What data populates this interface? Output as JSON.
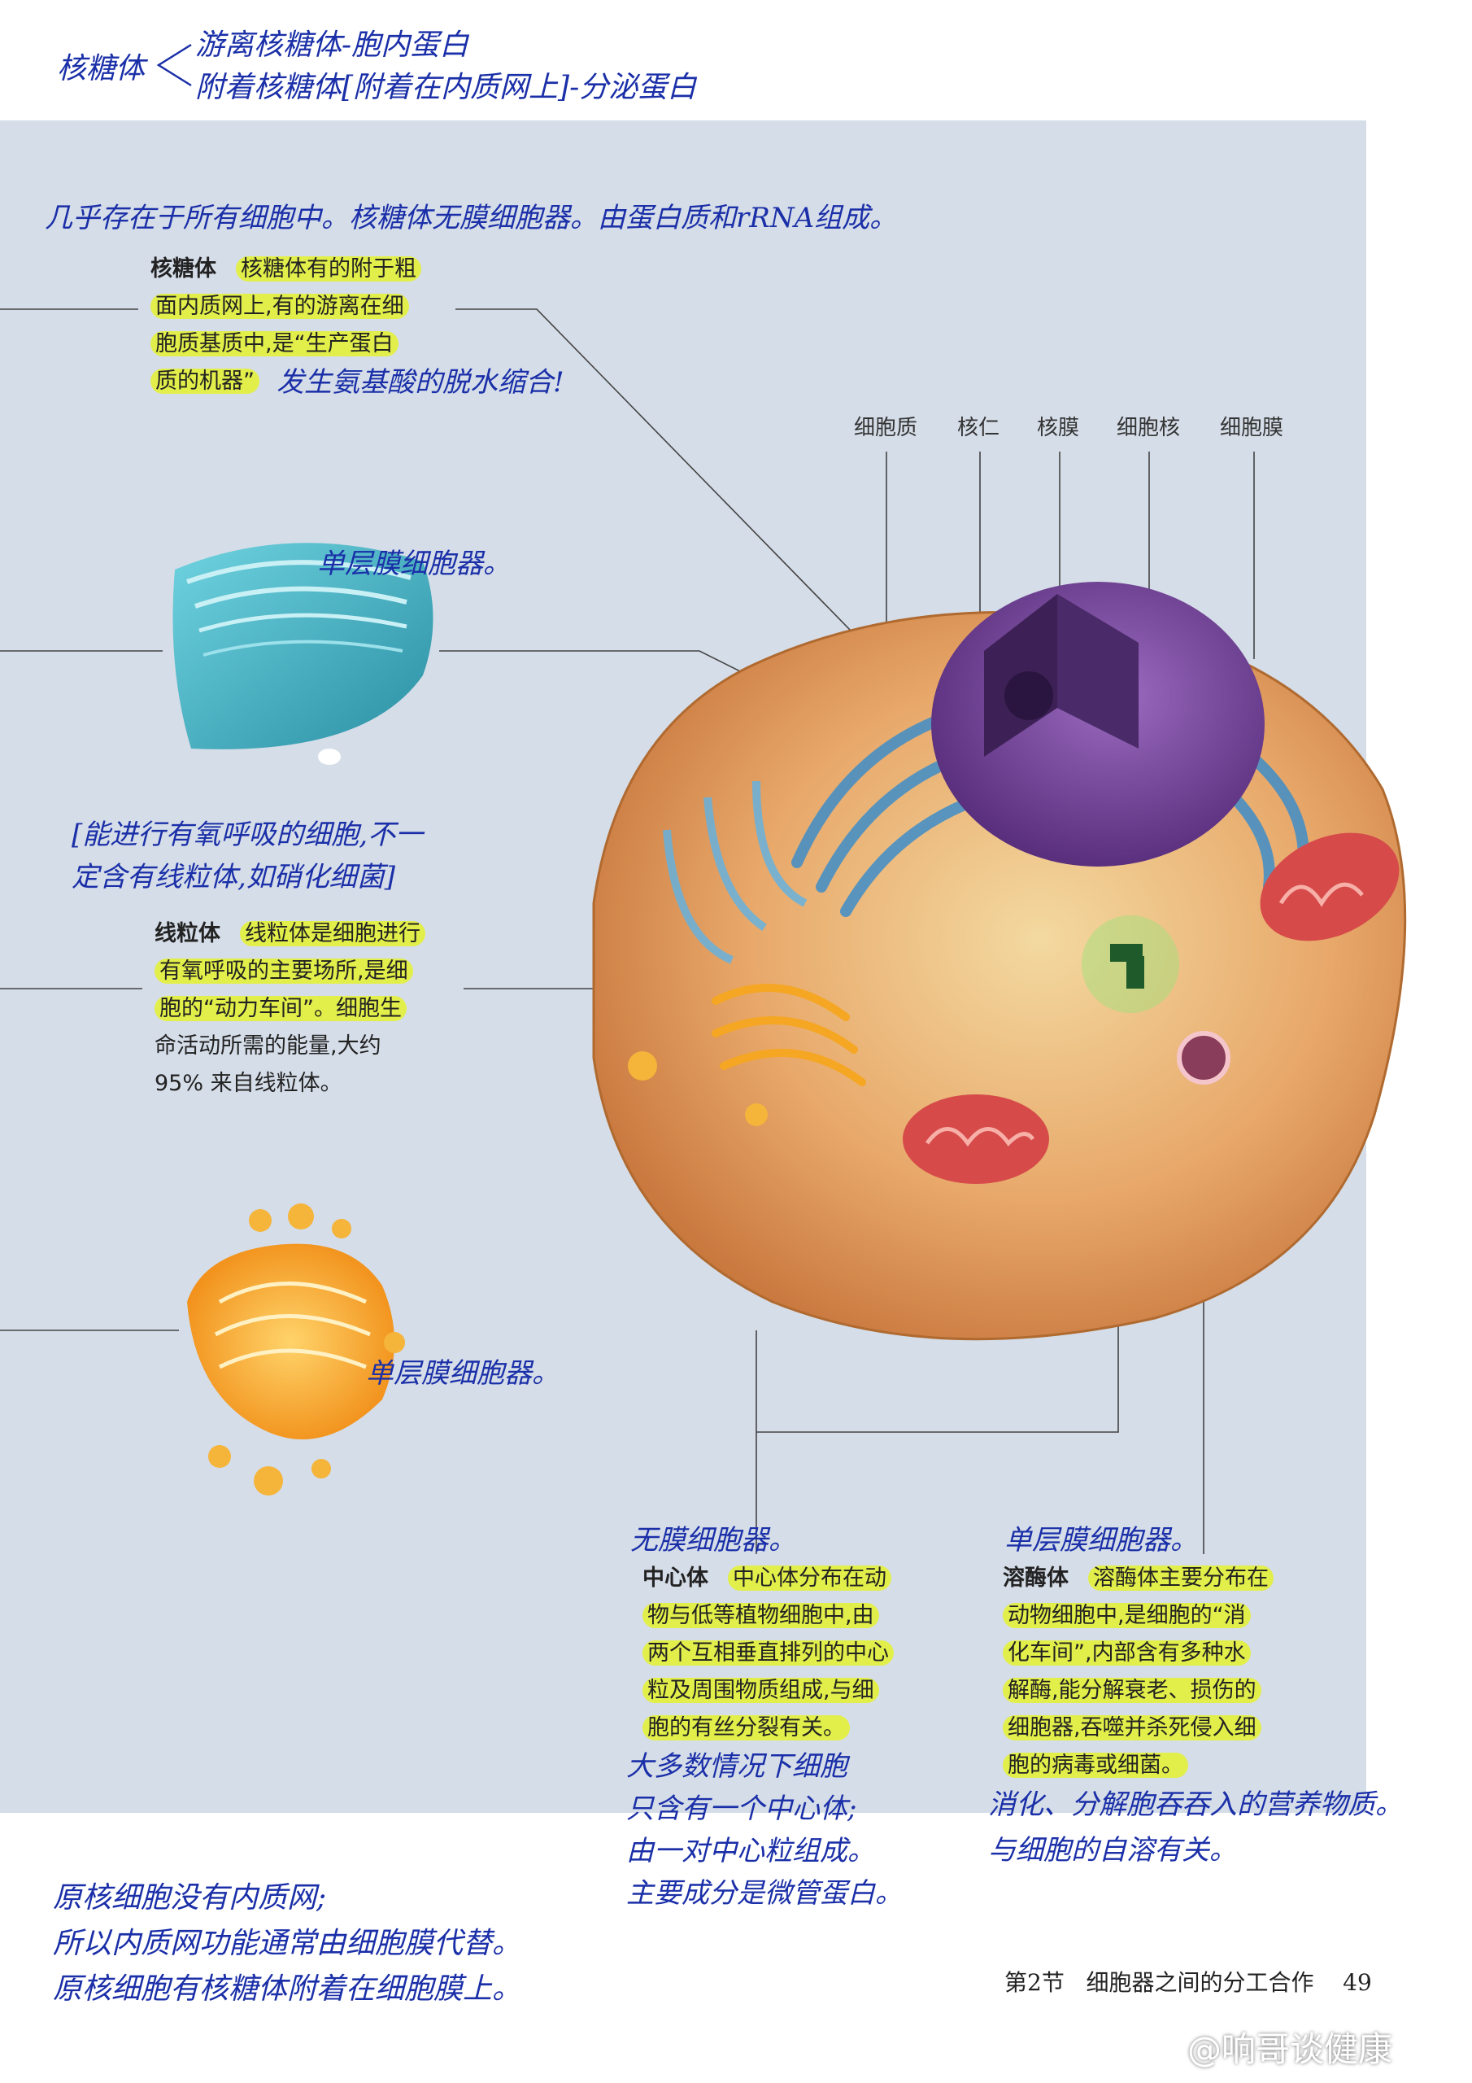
{
  "top_note": {
    "label": "核糖体",
    "lines": [
      "游离核糖体-胞内蛋白",
      "附着核糖体[附着在内质网上]-分泌蛋白"
    ]
  },
  "notes": {
    "ribosome_intro": "几乎存在于所有细胞中。核糖体无膜细胞器。由蛋白质和rRNA组成。",
    "ribosome_extra": "发生氨基酸的脱水缩合!",
    "er_membrane": "单层膜细胞器。",
    "mito_note": [
      "[能进行有氧呼吸的细胞,不一",
      "定含有线粒体,如硝化细菌]"
    ],
    "golgi_membrane": "单层膜细胞器。",
    "centrosome_membrane": "无膜细胞器。",
    "centrosome_extra": [
      "大多数情况下细胞",
      "只含有一个中心体;",
      "由一对中心粒组成。",
      "主要成分是微管蛋白。"
    ],
    "lysosome_membrane": "单层膜细胞器。",
    "lysosome_extra": [
      "消化、分解胞吞吞入的营养物质。",
      "与细胞的自溶有关。"
    ],
    "prokaryote": [
      "原核细胞没有内质网;",
      "所以内质网功能通常由细胞膜代替。",
      "原核细胞有核糖体附着在细胞膜上。"
    ]
  },
  "ribosome": {
    "term": "核糖体",
    "lines": [
      "核糖体有的附于粗",
      "面内质网上,有的游离在细",
      "胞质基质中,是“生产蛋白",
      "质的机器”"
    ]
  },
  "mitochondrion": {
    "term": "线粒体",
    "lines": [
      "线粒体是细胞进行",
      "有氧呼吸的主要场所,是细",
      "胞的“动力车间”。细胞生",
      "命活动所需的能量,大约",
      "95% 来自线粒体。"
    ]
  },
  "centrosome": {
    "term": "中心体",
    "lines": [
      "中心体分布在动",
      "物与低等植物细胞中,由",
      "两个互相垂直排列的中心",
      "粒及周围物质组成,与细",
      "胞的有丝分裂有关。"
    ]
  },
  "lysosome": {
    "term": "溶酶体",
    "lines": [
      "溶酶体主要分布在",
      "动物细胞中,是细胞的“消",
      "化车间”,内部含有多种水",
      "解酶,能分解衰老、损伤的",
      "细胞器,吞噬并杀死侵入细",
      "胞的病毒或细菌。"
    ]
  },
  "cell_labels": [
    "细胞质",
    "核仁",
    "核膜",
    "细胞核",
    "细胞膜"
  ],
  "footer": {
    "section": "第2节",
    "title": "细胞器之间的分工合作",
    "page": "49"
  },
  "watermark": "@响哥谈健康",
  "colors": {
    "panel": "#d5dde8",
    "handwriting": "#1a2fa8",
    "highlight": "#e2ef4a",
    "er": "#3aa7b8",
    "golgi": "#f5a623",
    "mitochondria": "#d64a4a",
    "nucleus": "#6b3d8f"
  }
}
